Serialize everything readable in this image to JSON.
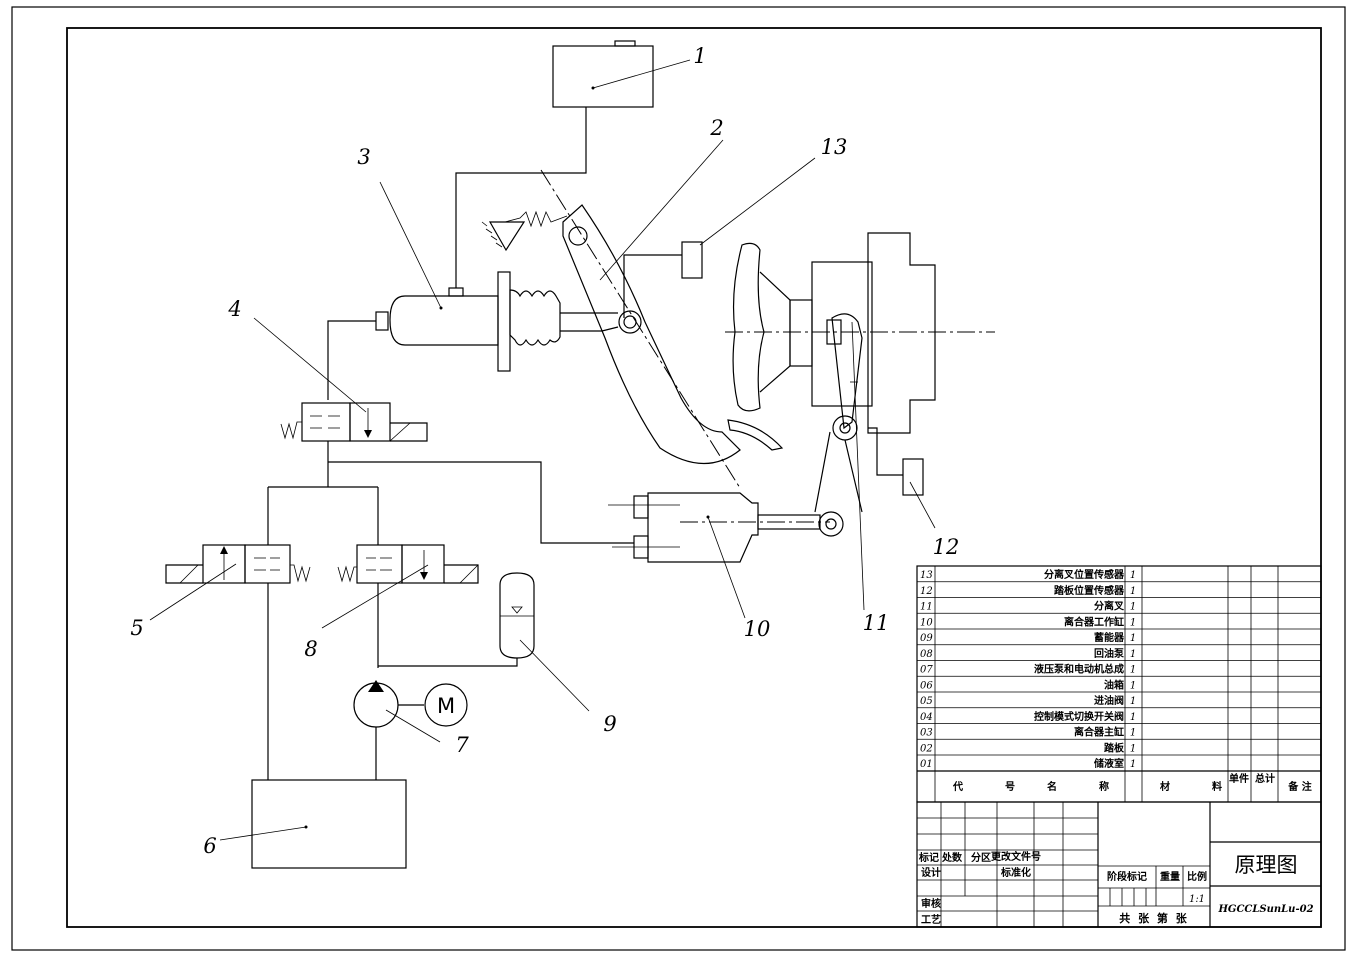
{
  "diagram": {
    "component_labels": [
      "1",
      "2",
      "3",
      "4",
      "5",
      "6",
      "7",
      "8",
      "9",
      "10",
      "11",
      "12",
      "13"
    ],
    "motor_symbol": "M"
  },
  "parts_list": {
    "rows": [
      {
        "no": "13",
        "name": "分离叉位置传感器",
        "qty": "1"
      },
      {
        "no": "12",
        "name": "踏板位置传感器",
        "qty": "1"
      },
      {
        "no": "11",
        "name": "分离叉",
        "qty": "1"
      },
      {
        "no": "10",
        "name": "离合器工作缸",
        "qty": "1"
      },
      {
        "no": "09",
        "name": "蓄能器",
        "qty": "1"
      },
      {
        "no": "08",
        "name": "回油泵",
        "qty": "1"
      },
      {
        "no": "07",
        "name": "液压泵和电动机总成",
        "qty": "1"
      },
      {
        "no": "06",
        "name": "油箱",
        "qty": "1"
      },
      {
        "no": "05",
        "name": "进油阀",
        "qty": "1"
      },
      {
        "no": "04",
        "name": "控制模式切换开关阀",
        "qty": "1"
      },
      {
        "no": "03",
        "name": "离合器主缸",
        "qty": "1"
      },
      {
        "no": "02",
        "name": "踏板",
        "qty": "1"
      },
      {
        "no": "01",
        "name": "储液室",
        "qty": "1"
      }
    ],
    "header": {
      "code_1": "代",
      "code_2": "号",
      "name_1": "名",
      "name_2": "称",
      "material_1": "材",
      "material_2": "料",
      "unit": "单件",
      "total": "总计",
      "note": "备 注"
    }
  },
  "title_block": {
    "mark": "标记",
    "count": "处数",
    "zone": "分区",
    "change_doc": "更改文件号",
    "design": "设计",
    "standardize": "标准化",
    "review": "审核",
    "process": "工艺",
    "stage_mark": "阶段标记",
    "weight": "重量",
    "scale_label": "比例",
    "scale_value": "1:1",
    "sheets": "共  张  第  张",
    "title": "原理图",
    "drawing_no": "HGCCLSunLu-02"
  }
}
